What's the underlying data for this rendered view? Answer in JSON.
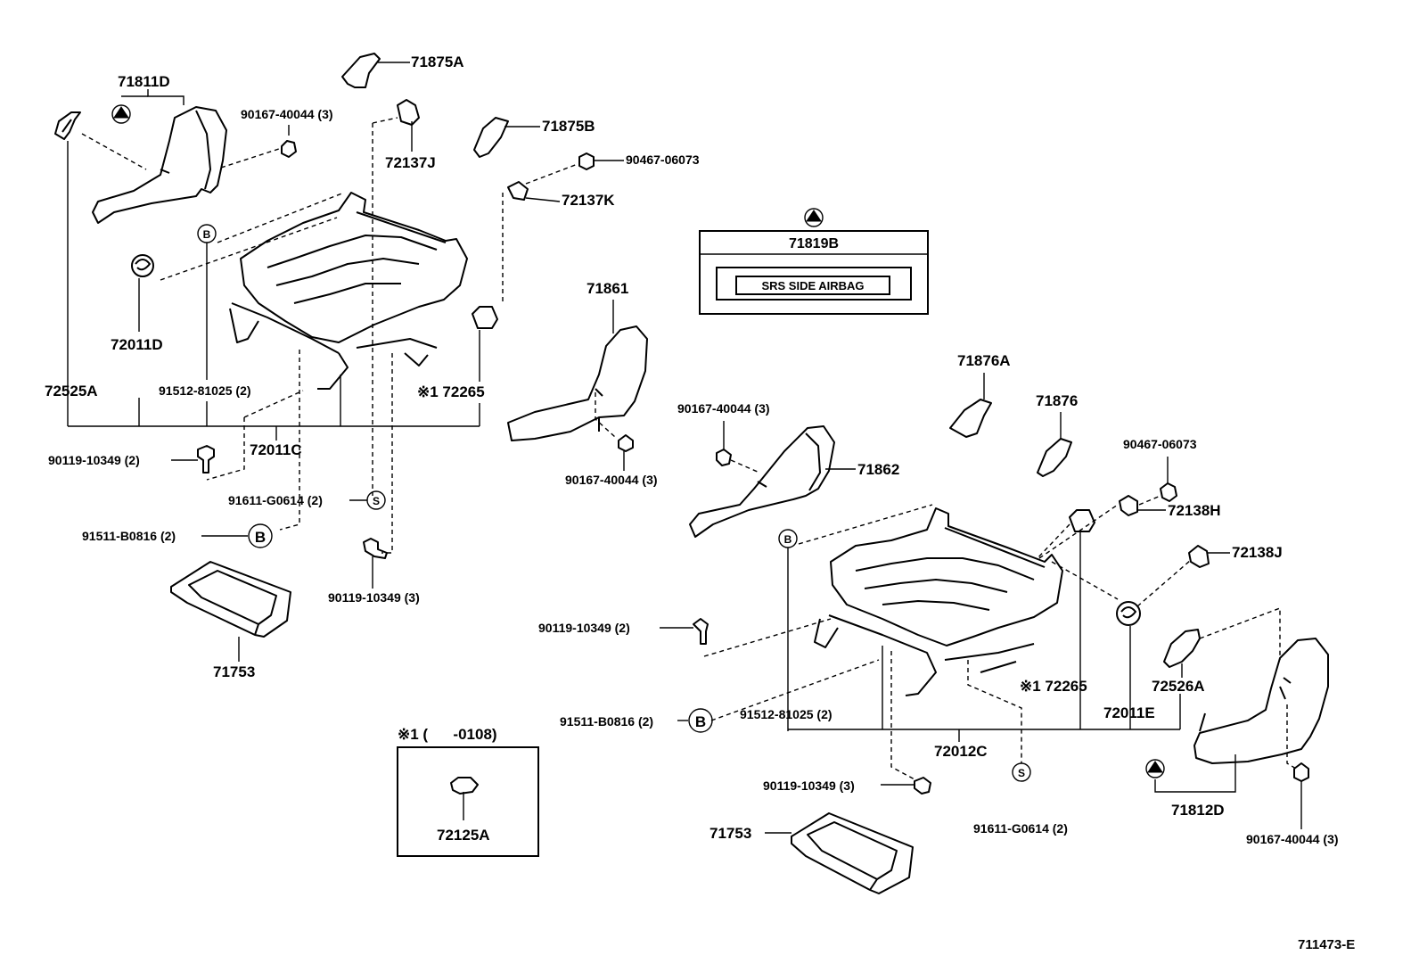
{
  "labels": {
    "l_71811D": "71811D",
    "l_71875A": "71875A",
    "l_90167_a": "90167-40044 (3)",
    "l_72137J": "72137J",
    "l_71875B": "71875B",
    "l_90467_a": "90467-06073",
    "l_72137K": "72137K",
    "l_72011D": "72011D",
    "l_72525A": "72525A",
    "l_91512_a": "91512-81025 (2)",
    "l_72265_a": "※1 72265",
    "l_72011C": "72011C",
    "l_90119_a": "90119-10349 (2)",
    "l_91611_a": "91611-G0614 (2)",
    "l_91511_a": "91511-B0816 (2)",
    "l_90119_b": "90119-10349 (3)",
    "l_71753_a": "71753",
    "l_71861": "71861",
    "l_90167_b": "90167-40044 (3)",
    "l_90167_c": "90167-40044 (3)",
    "l_71876A": "71876A",
    "l_71876": "71876",
    "l_90467_b": "90467-06073",
    "l_71862": "71862",
    "l_72138H": "72138H",
    "l_72138J": "72138J",
    "l_90119_c": "90119-10349 (2)",
    "l_72526A": "72526A",
    "l_72265_b": "※1 72265",
    "l_72011E": "72011E",
    "l_91511_b": "91511-B0816 (2)",
    "l_91512_b": "91512-81025 (2)",
    "l_72012C": "72012C",
    "l_90119_d": "90119-10349 (3)",
    "l_91611_b": "91611-G0614 (2)",
    "l_71812D": "71812D",
    "l_71753_b": "71753",
    "l_90167_d": "90167-40044 (3)",
    "l_72125A": "72125A",
    "note_header": "※1 (      -0108)",
    "label_box_part": "71819B",
    "label_box_text": "SRS SIDE AIRBAG",
    "drawing_number": "711473-E"
  },
  "markers": {
    "b_letter": "B",
    "s_letter": "S"
  }
}
